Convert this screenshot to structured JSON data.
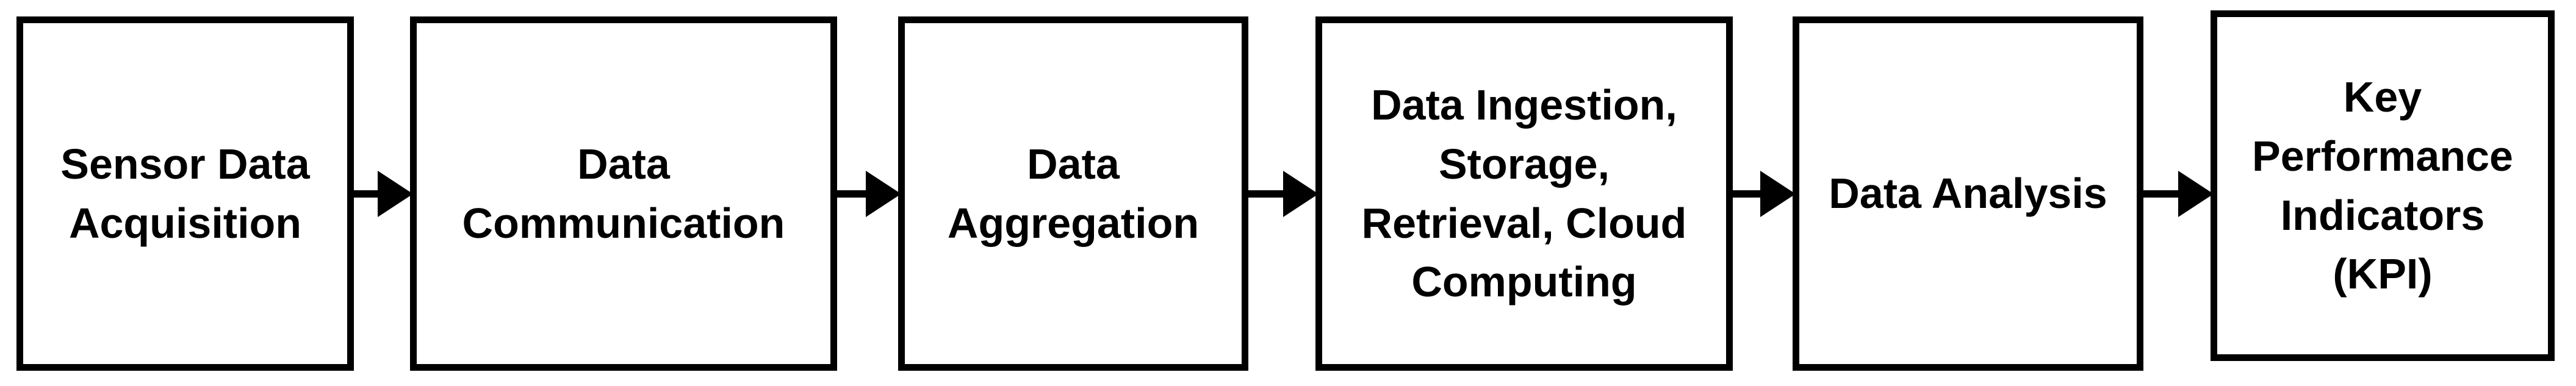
{
  "flowchart": {
    "type": "process-flow",
    "direction": "left-to-right",
    "steps": [
      {
        "label": "Sensor Data\nAcquisition"
      },
      {
        "label": "Data\nCommunication"
      },
      {
        "label": "Data\nAggregation"
      },
      {
        "label": "Data Ingestion,\nStorage,\nRetrieval, Cloud\nComputing"
      },
      {
        "label": "Data Analysis"
      },
      {
        "label": "Key\nPerformance\nIndicators\n(KPI)"
      }
    ],
    "connectors": [
      {
        "from": 1,
        "to": 2,
        "type": "arrow-right"
      },
      {
        "from": 2,
        "to": 3,
        "type": "arrow-right"
      },
      {
        "from": 3,
        "to": 4,
        "type": "arrow-right"
      },
      {
        "from": 4,
        "to": 5,
        "type": "arrow-right"
      },
      {
        "from": 5,
        "to": 6,
        "type": "arrow-right"
      }
    ],
    "colors": {
      "background": "#ffffff",
      "box_fill": "#ffffff",
      "box_border": "#000000",
      "text": "#000000",
      "arrow": "#000000"
    }
  }
}
